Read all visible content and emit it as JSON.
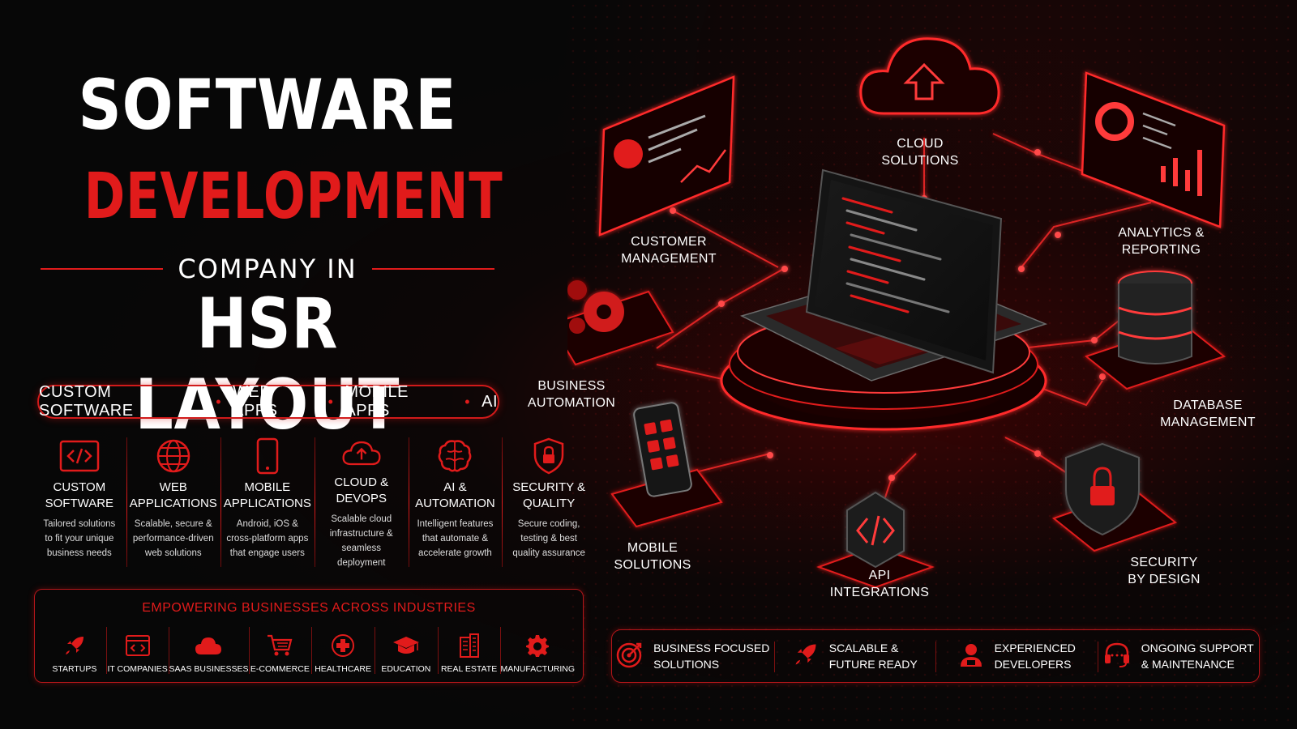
{
  "title": {
    "line1": "SOFTWARE",
    "line2": "DEVELOPMENT",
    "line3": "COMPANY IN",
    "line4": "HSR LAYOUT"
  },
  "tagline": {
    "items": [
      "CUSTOM SOFTWARE",
      "WEB APPS",
      "MOBILE APPS",
      "AI"
    ],
    "separator": "•"
  },
  "services": [
    {
      "icon": "code-icon",
      "title": "CUSTOM\nSOFTWARE",
      "desc": "Tailored solutions\nto fit your unique\nbusiness needs"
    },
    {
      "icon": "globe-icon",
      "title": "WEB\nAPPLICATIONS",
      "desc": "Scalable, secure &\nperformance-driven\nweb solutions"
    },
    {
      "icon": "mobile-phone-icon",
      "title": "MOBILE\nAPPLICATIONS",
      "desc": "Android, iOS &\ncross-platform apps\nthat engage users"
    },
    {
      "icon": "cloud-upload-icon",
      "title": "CLOUD &\nDEVOPS",
      "desc": "Scalable cloud\ninfrastructure &\nseamless deployment"
    },
    {
      "icon": "brain-icon",
      "title": "AI &\nAUTOMATION",
      "desc": "Intelligent features\nthat automate &\naccelerate growth"
    },
    {
      "icon": "shield-lock-icon",
      "title": "SECURITY &\nQUALITY",
      "desc": "Secure coding,\ntesting & best\nquality assurance"
    }
  ],
  "industries": {
    "heading": "EMPOWERING BUSINESSES ACROSS INDUSTRIES",
    "items": [
      {
        "icon": "rocket-icon",
        "label": "STARTUPS"
      },
      {
        "icon": "code-window-icon",
        "label": "IT COMPANIES"
      },
      {
        "icon": "cloud-icon",
        "label": "SAAS BUSINESSES"
      },
      {
        "icon": "shopping-cart-icon",
        "label": "E-COMMERCE"
      },
      {
        "icon": "medical-cross-icon",
        "label": "HEALTHCARE"
      },
      {
        "icon": "graduation-cap-icon",
        "label": "EDUCATION"
      },
      {
        "icon": "building-icon",
        "label": "REAL ESTATE"
      },
      {
        "icon": "gear-icon",
        "label": "MANUFACTURING"
      }
    ]
  },
  "diagram": {
    "center": "laptop-icon",
    "nodes": [
      {
        "icon": "cloud-icon",
        "label": "CLOUD\nSOLUTIONS"
      },
      {
        "icon": "profile-card-icon",
        "label": "CUSTOMER\nMANAGEMENT"
      },
      {
        "icon": "analytics-chart-icon",
        "label": "ANALYTICS &\nREPORTING"
      },
      {
        "icon": "gears-icon",
        "label": "BUSINESS\nAUTOMATION"
      },
      {
        "icon": "database-icon",
        "label": "DATABASE\nMANAGEMENT"
      },
      {
        "icon": "smartphone-icon",
        "label": "MOBILE\nSOLUTIONS"
      },
      {
        "icon": "code-block-icon",
        "label": "API\nINTEGRATIONS"
      },
      {
        "icon": "shield-lock-icon",
        "label": "SECURITY\nBY DESIGN"
      }
    ]
  },
  "features": [
    {
      "icon": "target-icon",
      "label": "BUSINESS FOCUSED\nSOLUTIONS"
    },
    {
      "icon": "rocket-icon",
      "label": "SCALABLE &\nFUTURE READY"
    },
    {
      "icon": "developer-icon",
      "label": "EXPERIENCED\nDEVELOPERS"
    },
    {
      "icon": "headset-icon",
      "label": "ONGOING SUPPORT\n& MAINTENANCE"
    }
  ],
  "colors": {
    "accent": "#e11b1b",
    "background": "#070707",
    "text": "#ffffff",
    "glow": "#ff2a2a"
  }
}
